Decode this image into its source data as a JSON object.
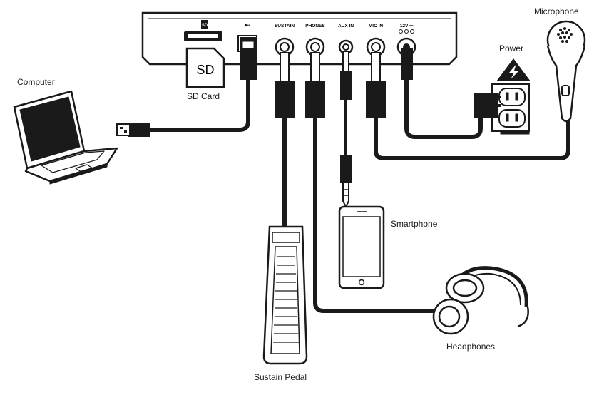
{
  "panel": {
    "ports": {
      "sd": "SD",
      "usb": "⇠",
      "sustain": "SUSTAIN",
      "phones": "PHONES",
      "aux_in": "AUX IN",
      "mic_in": "MIC IN",
      "dc": "12V ⎓"
    }
  },
  "sd_card": {
    "glyph": "SD",
    "label": "SD Card"
  },
  "labels": {
    "computer": "Computer",
    "microphone": "Microphone",
    "power": "Power",
    "smartphone": "Smartphone",
    "headphones": "Headphones",
    "sustain_pedal": "Sustain Pedal"
  },
  "colors": {
    "cable": "#1a1a1a",
    "outline": "#1a1a1a",
    "device_fill": "#ffffff",
    "panel_fill": "#ffffff"
  }
}
